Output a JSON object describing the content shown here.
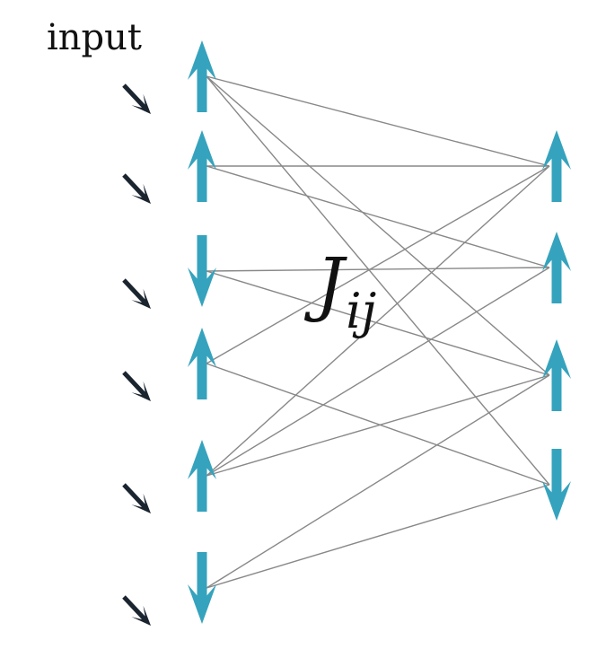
{
  "labels": {
    "input": "input",
    "coupling_symbol": "J",
    "coupling_subscript": "ij"
  },
  "colors": {
    "spin": "#35a3bd",
    "input_arrow": "#1b2530",
    "edge": "#888888"
  },
  "icons": {
    "spin_up": "arrow-up-icon",
    "spin_down": "arrow-down-icon",
    "input": "arrow-down-right-icon"
  },
  "visible_layer": [
    {
      "state": "up"
    },
    {
      "state": "up"
    },
    {
      "state": "down"
    },
    {
      "state": "up"
    },
    {
      "state": "up"
    },
    {
      "state": "down"
    }
  ],
  "hidden_layer": [
    {
      "state": "up"
    },
    {
      "state": "up"
    },
    {
      "state": "up"
    },
    {
      "state": "down"
    }
  ],
  "connections": [
    [
      0,
      0
    ],
    [
      0,
      2
    ],
    [
      0,
      3
    ],
    [
      1,
      0
    ],
    [
      1,
      1
    ],
    [
      2,
      1
    ],
    [
      2,
      2
    ],
    [
      3,
      0
    ],
    [
      3,
      3
    ],
    [
      4,
      0
    ],
    [
      4,
      1
    ],
    [
      4,
      2
    ],
    [
      5,
      2
    ],
    [
      5,
      3
    ]
  ]
}
